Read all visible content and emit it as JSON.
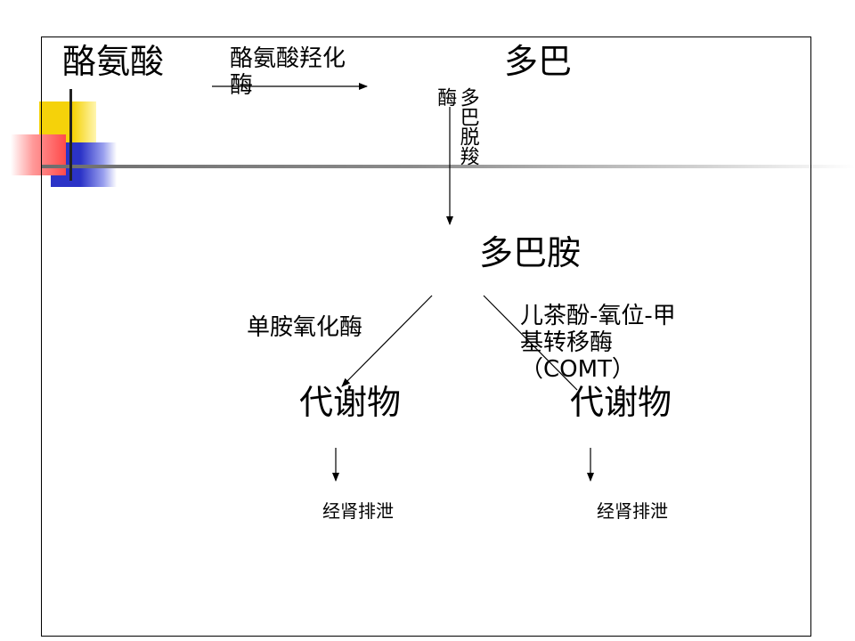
{
  "colors": {
    "yellow": "#f5d20a",
    "red": "#ff4a4a",
    "blue": "#2b33c7",
    "line": "#000000"
  },
  "nodes": {
    "tyrosine": "酪氨酸",
    "dopa": "多巴",
    "dopamine": "多巴胺",
    "metabolite_left": "代谢物",
    "metabolite_right": "代谢物"
  },
  "enzymes": {
    "tyrosine_hydroxylase": "酪氨酸羟化酶",
    "dopa_decarboxylase": "多巴脱羧酶",
    "mao": "单胺氧化酶",
    "comt": "儿茶酚-氧位-甲基转移酶（COMT）"
  },
  "excretion": {
    "left": "经肾排泄",
    "right": "经肾排泄"
  }
}
